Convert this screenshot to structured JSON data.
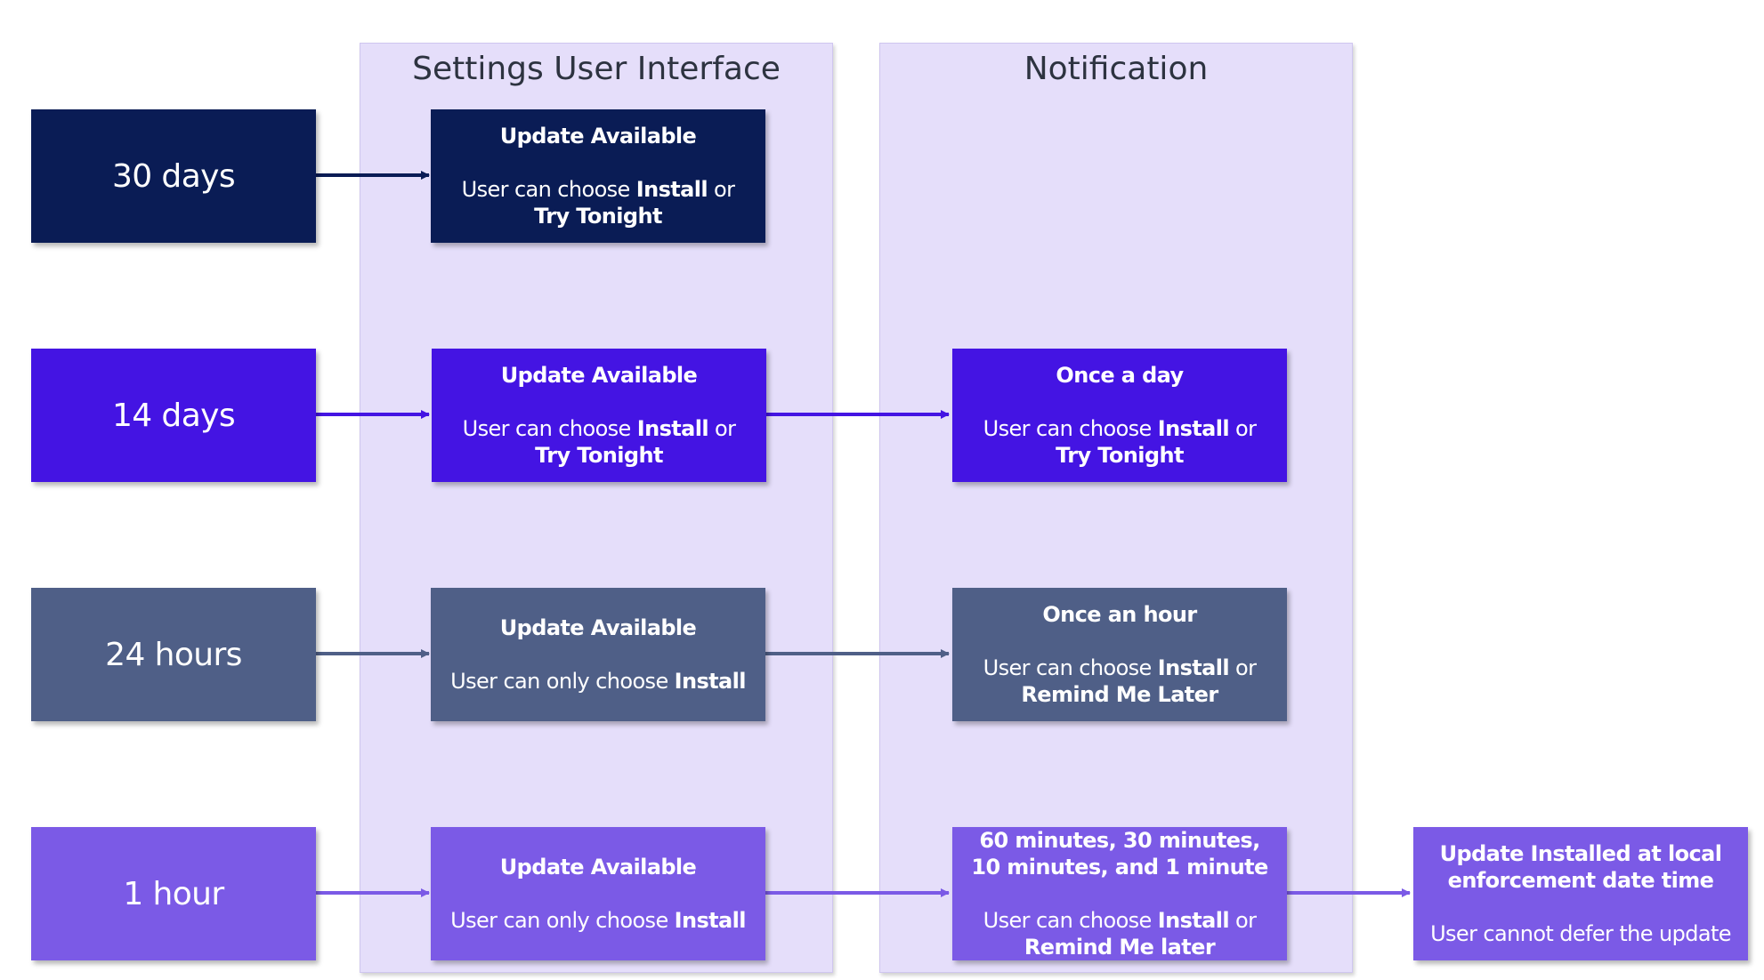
{
  "colors": {
    "tier_30_days": "#0a1c55",
    "tier_14_days": "#4414e3",
    "tier_24_hours": "#4f5f87",
    "tier_1_hour": "#7b5ae6",
    "lane_bg": "#e5defa"
  },
  "lanes": {
    "settings": "Settings User Interface",
    "notification": "Notification"
  },
  "tiers": [
    {
      "time": "30 days",
      "settings": {
        "title": "Update Available",
        "pre": "User can choose ",
        "opt1": "Install",
        "mid": " or ",
        "opt2": "Try Tonight"
      }
    },
    {
      "time": "14 days",
      "settings": {
        "title": "Update Available",
        "pre": "User can choose ",
        "opt1": "Install",
        "mid": " or ",
        "opt2": "Try Tonight"
      },
      "notification": {
        "title": "Once a day",
        "pre": "User can choose ",
        "opt1": "Install",
        "mid": " or ",
        "opt2": "Try Tonight"
      }
    },
    {
      "time": "24 hours",
      "settings": {
        "title": "Update Available",
        "pre": "User can only choose ",
        "opt1": "Install"
      },
      "notification": {
        "title": "Once an hour",
        "pre": "User can choose ",
        "opt1": "Install",
        "mid": " or ",
        "opt2": "Remind Me Later"
      }
    },
    {
      "time": "1 hour",
      "settings": {
        "title": "Update Available",
        "pre": "User can only choose ",
        "opt1": "Install"
      },
      "notification": {
        "title": "60 minutes, 30 minutes, 10 minutes, and 1 minute",
        "pre": "User can choose ",
        "opt1": "Install",
        "mid": " or ",
        "opt2": "Remind Me later"
      },
      "final": {
        "title": "Update Installed at local enforcement date time",
        "body": "User cannot defer the update"
      }
    }
  ]
}
